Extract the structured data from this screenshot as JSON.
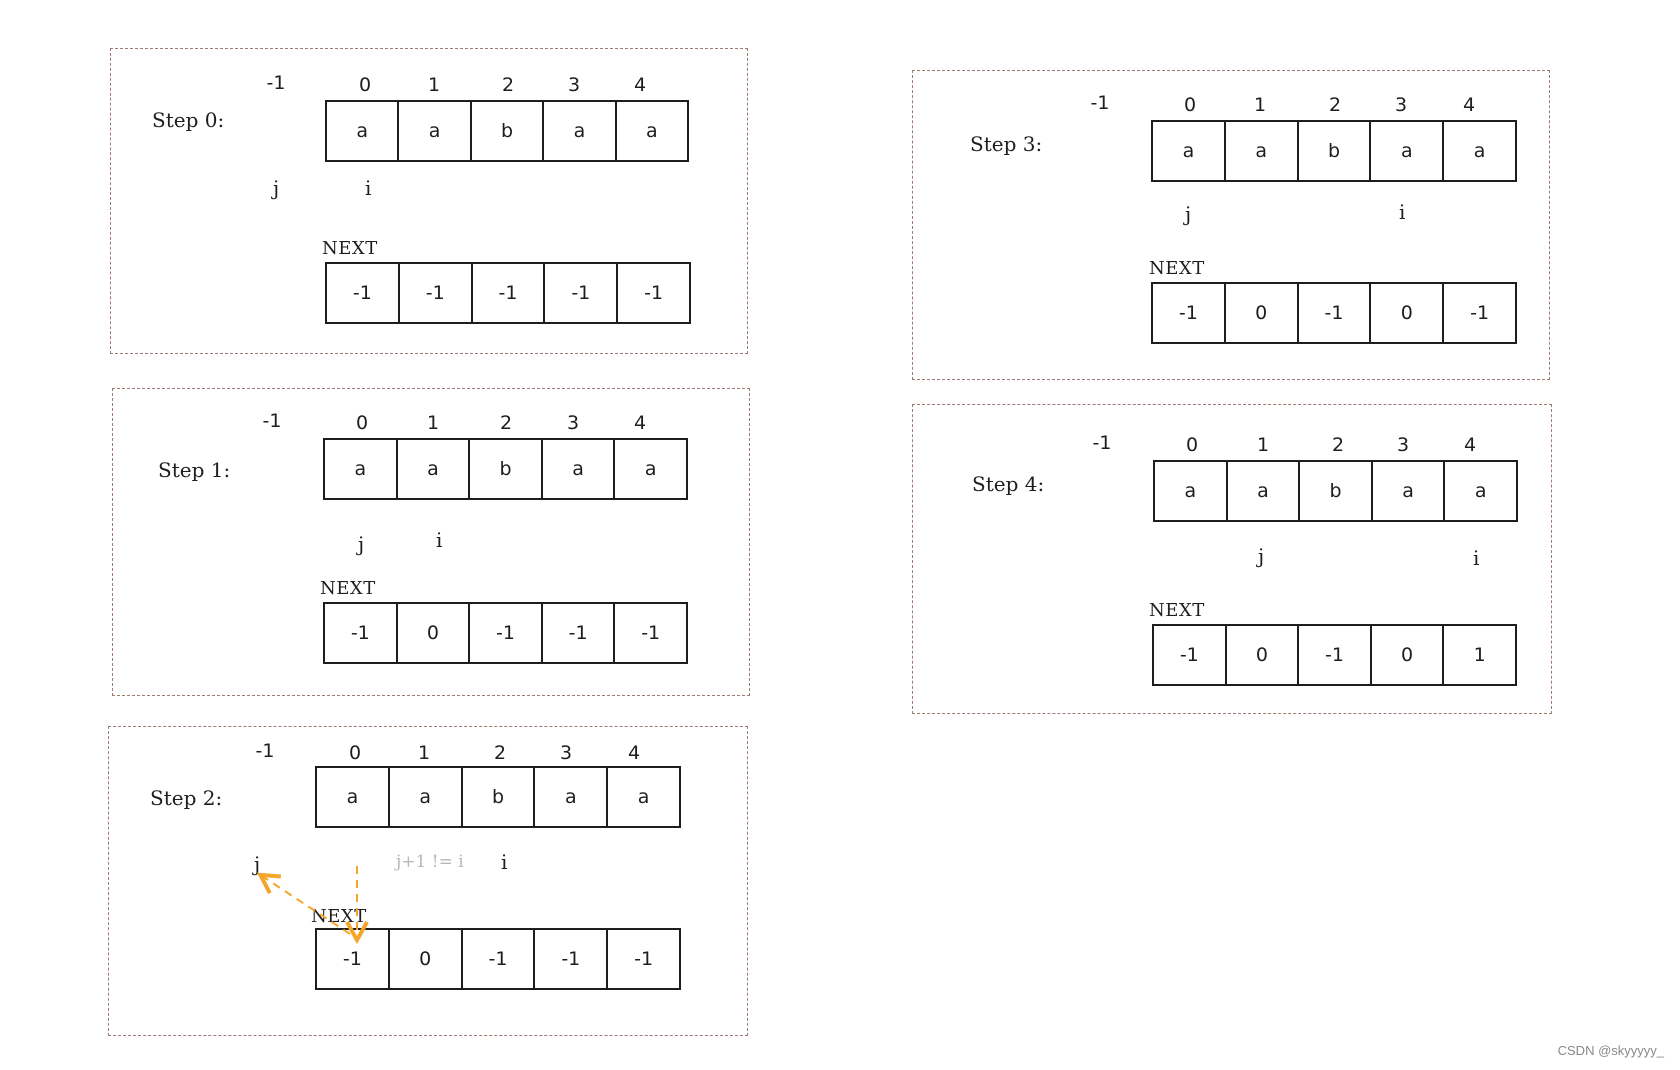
{
  "indices": [
    "-1",
    "0",
    "1",
    "2",
    "3",
    "4"
  ],
  "next_label": "NEXT",
  "pattern": [
    "a",
    "a",
    "b",
    "a",
    "a"
  ],
  "steps": [
    {
      "label": "Step 0:",
      "j": "j",
      "i": "i",
      "next": [
        "-1",
        "-1",
        "-1",
        "-1",
        "-1"
      ]
    },
    {
      "label": "Step 1:",
      "j": "j",
      "i": "i",
      "next": [
        "-1",
        "0",
        "-1",
        "-1",
        "-1"
      ]
    },
    {
      "label": "Step 2:",
      "j": "j",
      "i": "i",
      "note": "j+1 != i",
      "next": [
        "-1",
        "0",
        "-1",
        "-1",
        "-1"
      ]
    },
    {
      "label": "Step 3:",
      "j": "j",
      "i": "i",
      "next": [
        "-1",
        "0",
        "-1",
        "0",
        "-1"
      ]
    },
    {
      "label": "Step 4:",
      "j": "j",
      "i": "i",
      "next": [
        "-1",
        "0",
        "-1",
        "0",
        "1"
      ]
    }
  ],
  "arrow_color": "#f4a62a",
  "watermark": "CSDN @skyyyyy_"
}
